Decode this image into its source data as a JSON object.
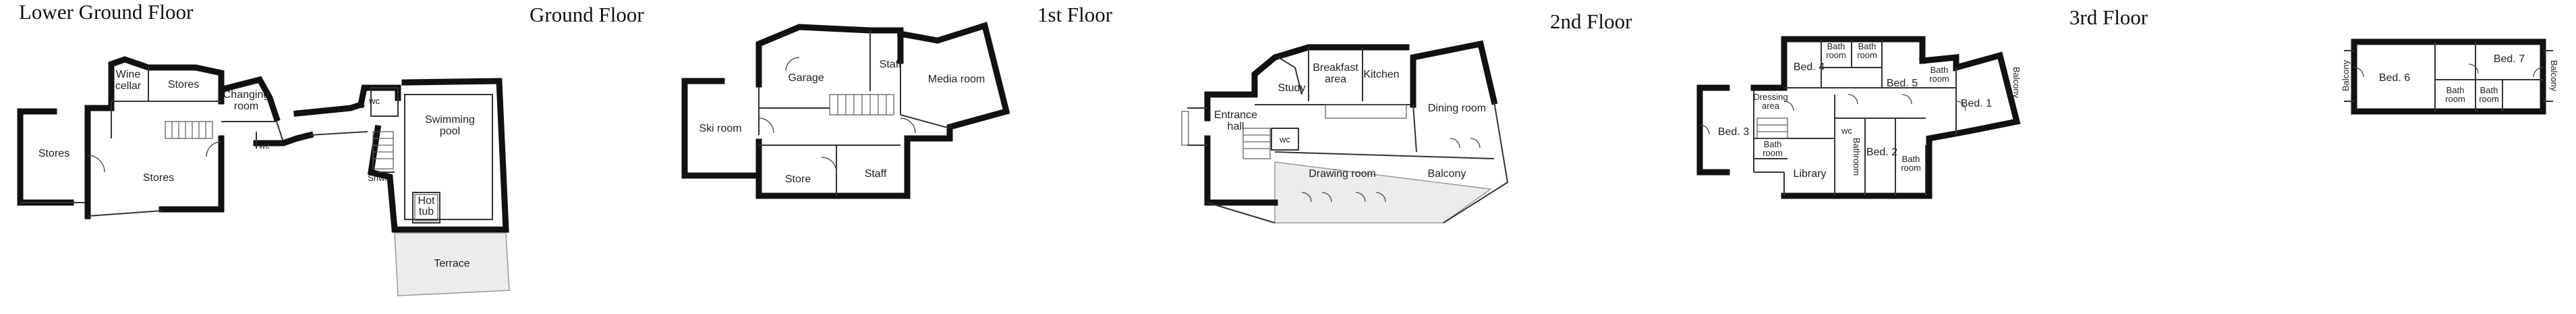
{
  "floors": {
    "lower_ground": {
      "title": "Lower Ground Floor",
      "rooms": {
        "stores_left": "Stores",
        "wine_cellar": "Wine\ncellar",
        "stores_top": "Stores",
        "changing_room": "Changing\nroom",
        "stores_main": "Stores",
        "wc_a": "wc",
        "wc_b": "wc",
        "swimming_pool": "Swimming\npool",
        "hot_tub": "Hot\ntub",
        "shwr": "Shwr",
        "terrace": "Terrace"
      }
    },
    "ground": {
      "title": "Ground Floor",
      "rooms": {
        "garage": "Garage",
        "staff_top": "Staff",
        "media_room": "Media room",
        "ski_room": "Ski room",
        "store": "Store",
        "staff_bottom": "Staff"
      }
    },
    "first": {
      "title": "1st Floor",
      "rooms": {
        "entrance_hall": "Entrance\nhall",
        "study": "Study",
        "breakfast_area": "Breakfast\narea",
        "kitchen": "Kitchen",
        "dining_room": "Dining room",
        "wc": "wc",
        "drawing_room": "Drawing room",
        "balcony": "Balcony"
      }
    },
    "second": {
      "title": "2nd Floor",
      "rooms": {
        "bed4": "Bed. 4",
        "bath_1": "Bath\nroom",
        "bath_2": "Bath\nroom",
        "bed5": "Bed. 5",
        "bath_3": "Bath\nroom",
        "balcony": "Balcony",
        "bed3": "Bed. 3",
        "dressing_area": "Dressing\narea",
        "bed1": "Bed. 1",
        "bath_4": "Bath\nroom",
        "wc": "wc",
        "library": "Library",
        "bathroom": "Bathroom",
        "bed2": "Bed. 2",
        "bath_5": "Bath\nroom"
      }
    },
    "third": {
      "title": "3rd Floor",
      "rooms": {
        "balcony_left": "Balcony",
        "bed6": "Bed. 6",
        "bed7": "Bed. 7",
        "balcony_right": "Balcony",
        "bath_1": "Bath\nroom",
        "bath_2": "Bath\nroom"
      }
    }
  }
}
